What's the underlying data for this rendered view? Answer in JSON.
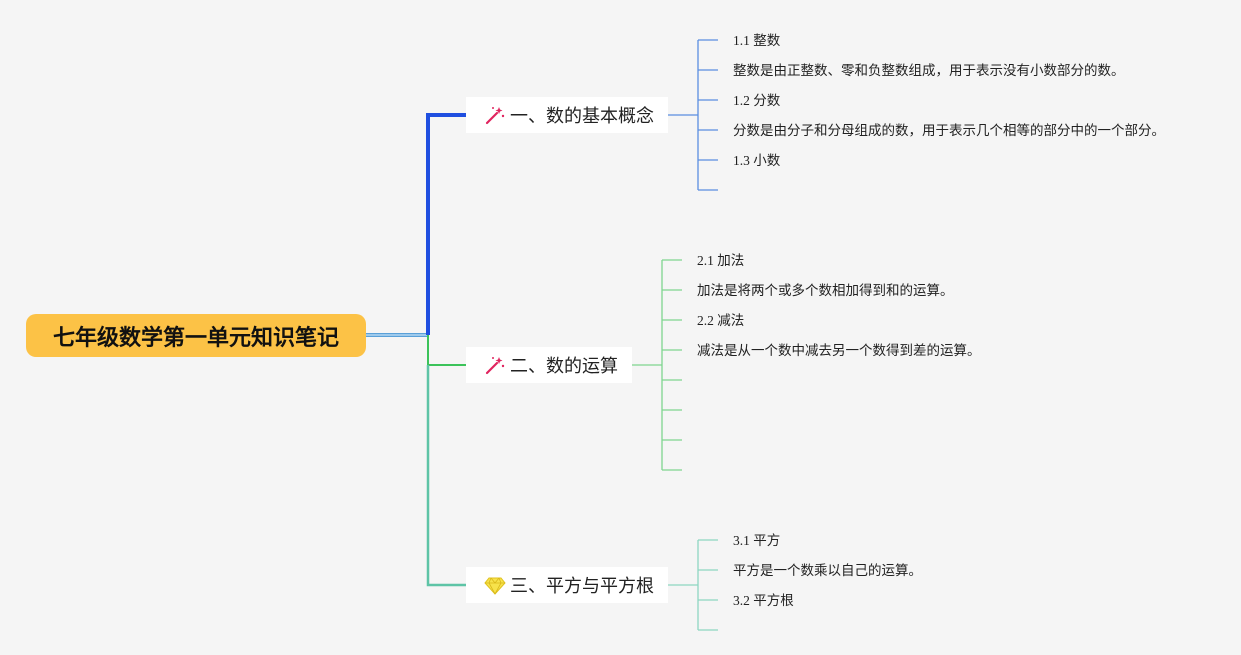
{
  "root": {
    "label": "七年级数学第一单元知识笔记",
    "color": "#fcc246"
  },
  "branches": [
    {
      "label": "一、数的基本概念",
      "icon": "magic-wand-icon",
      "color": "#1f4fe0",
      "leaves": [
        "1.1 整数",
        "整数是由正整数、零和负整数组成，用于表示没有小数部分的数。",
        "1.2 分数",
        "分数是由分子和分母组成的数，用于表示几个相等的部分中的一个部分。",
        "1.3 小数",
        ""
      ]
    },
    {
      "label": "二、数的运算",
      "icon": "magic-wand-icon",
      "color": "#3cc35a",
      "leaves": [
        "2.1 加法",
        "加法是将两个或多个数相加得到和的运算。",
        "2.2 减法",
        "减法是从一个数中减去另一个数得到差的运算。",
        "",
        "",
        "",
        ""
      ]
    },
    {
      "label": "三、平方与平方根",
      "icon": "diamond-icon",
      "color": "#5ec4a6",
      "leaves": [
        "3.1 平方",
        "平方是一个数乘以自己的运算。",
        "3.2 平方根",
        ""
      ]
    }
  ]
}
